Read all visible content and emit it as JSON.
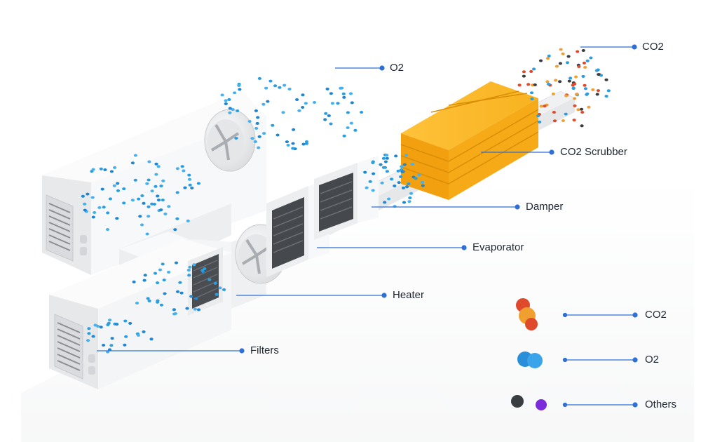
{
  "callouts": {
    "o2_top": "O2",
    "co2_top": "CO2",
    "co2_scrubber": "CO2 Scrubber",
    "damper": "Damper",
    "evaporator": "Evaporator",
    "heater": "Heater",
    "filters": "Filters"
  },
  "legend": {
    "co2": "CO2",
    "o2": "O2",
    "others": "Others"
  },
  "colors": {
    "leader_line": "#2f6fd6",
    "o2_particle": "#2a9ee0",
    "co2_red": "#e04a2c",
    "co2_orange": "#f0a030",
    "scrubber": "#f6aa17",
    "others_dark": "#3a3d40",
    "others_purple": "#7b2bd9",
    "unit_body": "#f3f4f5"
  },
  "icons": {
    "co2": "co2-molecule-icon",
    "o2": "o2-molecule-icon",
    "others_a": "dark-particle-icon",
    "others_b": "purple-particle-icon",
    "fan": "fan-icon",
    "grille": "vent-grille-icon"
  }
}
